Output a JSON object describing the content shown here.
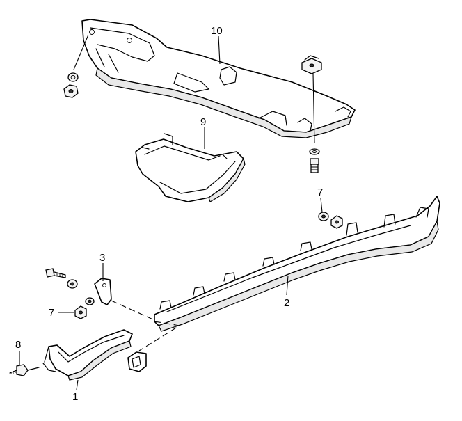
{
  "diagram": {
    "callouts": {
      "c1": "1",
      "c2": "2",
      "c3": "3",
      "c7a": "7",
      "c7b": "7",
      "c8": "8",
      "c9": "9",
      "c10": "10"
    }
  }
}
